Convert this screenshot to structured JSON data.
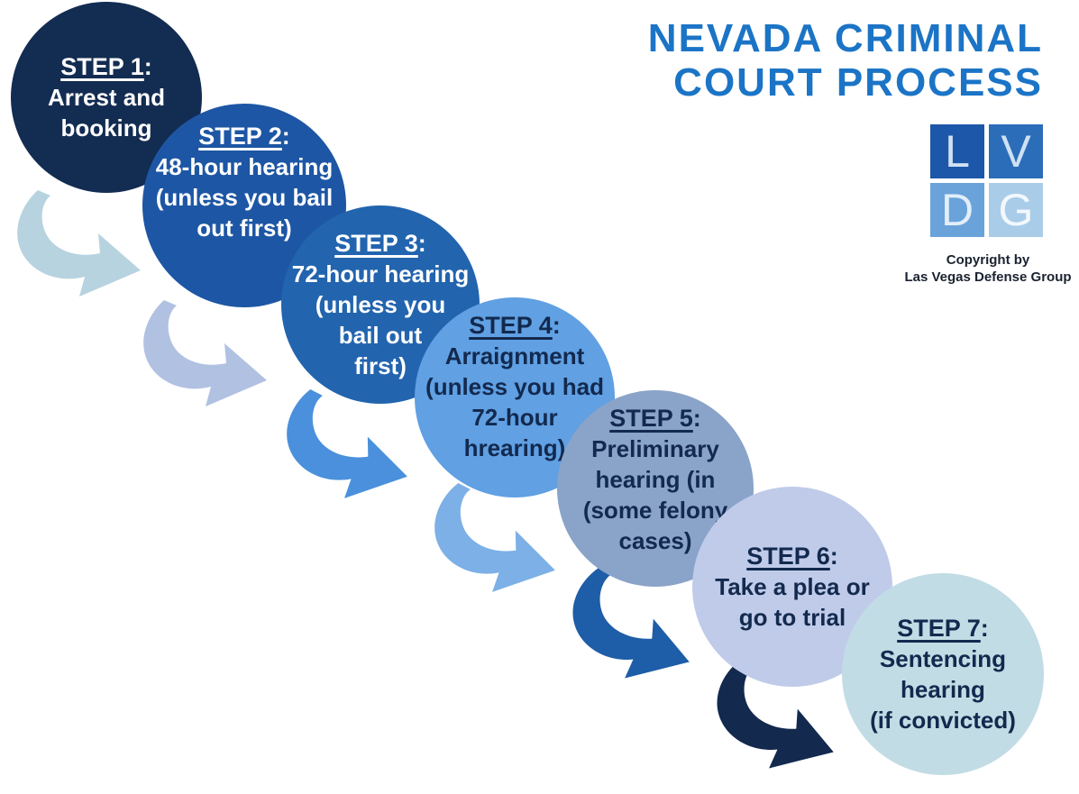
{
  "title": {
    "line1": "NEVADA CRIMINAL",
    "line2": "COURT PROCESS",
    "color": "#1b74c6"
  },
  "logo": {
    "squares": [
      {
        "letter": "L",
        "color": "#1d57aa",
        "letter_color": "#cfe0f2"
      },
      {
        "letter": "V",
        "color": "#2b6db9",
        "letter_color": "#cfe0f2"
      },
      {
        "letter": "D",
        "color": "#6aa3da",
        "letter_color": "#e2eefa"
      },
      {
        "letter": "G",
        "color": "#a9cce9",
        "letter_color": "#f2f8fc"
      }
    ],
    "copyright_line1": "Copyright by",
    "copyright_line2": "Las Vegas Defense Group"
  },
  "steps": [
    {
      "label": "STEP 1",
      "colon": ":",
      "body": "Arrest and\nbooking",
      "circle_color": "#132c52",
      "text_color": "#ffffff"
    },
    {
      "label": "STEP 2",
      "colon": ":",
      "body": "48-hour hearing\n(unless you bail\nout first)",
      "circle_color": "#1d56a4",
      "text_color": "#ffffff"
    },
    {
      "label": "STEP 3",
      "colon": ":",
      "body": "72-hour hearing\n(unless you\nbail out\nfirst)",
      "circle_color": "#2264ae",
      "text_color": "#ffffff"
    },
    {
      "label": "STEP 4",
      "colon": ":",
      "body": "Arraignment\n(unless you had\n72-hour\nhrearing)",
      "circle_color": "#60a0e3",
      "text_color": "#13294e"
    },
    {
      "label": "STEP 5",
      "colon": ":",
      "body": "Preliminary\nhearing (in\n(some felony\ncases)",
      "circle_color": "#8aa3c8",
      "text_color": "#13294e"
    },
    {
      "label": "STEP 6",
      "colon": ":",
      "body": "Take a plea or\ngo to trial",
      "circle_color": "#bfcbe9",
      "text_color": "#13294e"
    },
    {
      "label": "STEP 7",
      "colon": ":",
      "body": "Sentencing\nhearing\n(if convicted)",
      "circle_color": "#c2dce5",
      "text_color": "#13294e"
    }
  ],
  "arrows": [
    {
      "color": "#b7d3e0"
    },
    {
      "color": "#b1c1e2"
    },
    {
      "color": "#4a90dc"
    },
    {
      "color": "#7cb0e6"
    },
    {
      "color": "#1e5da7"
    },
    {
      "color": "#13294e"
    }
  ]
}
